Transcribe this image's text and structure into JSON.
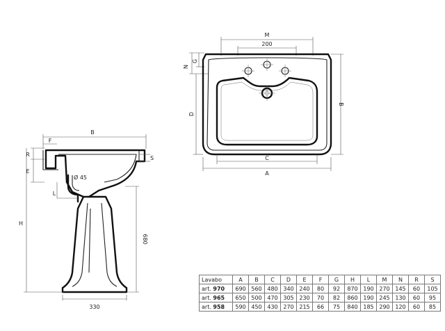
{
  "diagram": {
    "labels": {
      "B_side": "B",
      "F": "F",
      "R": "R",
      "E": "E",
      "S": "S",
      "L": "L",
      "H": "H",
      "diam45": "Ø 45",
      "h680": "680",
      "w330": "330",
      "M": "M",
      "d200": "200",
      "N": "N",
      "G": "G",
      "D": "D",
      "B_top": "B",
      "C": "C",
      "A": "A"
    }
  },
  "table": {
    "headers": [
      "Lavabo",
      "A",
      "B",
      "C",
      "D",
      "E",
      "F",
      "G",
      "H",
      "L",
      "M",
      "N",
      "R",
      "S"
    ],
    "rows": [
      {
        "prefix": "art.",
        "model": "970",
        "values": [
          "690",
          "560",
          "480",
          "340",
          "240",
          "80",
          "92",
          "870",
          "190",
          "270",
          "145",
          "60",
          "105"
        ]
      },
      {
        "prefix": "art.",
        "model": "965",
        "values": [
          "650",
          "500",
          "470",
          "305",
          "230",
          "70",
          "82",
          "860",
          "190",
          "245",
          "130",
          "60",
          "95"
        ]
      },
      {
        "prefix": "art.",
        "model": "958",
        "values": [
          "590",
          "450",
          "430",
          "270",
          "215",
          "66",
          "75",
          "840",
          "185",
          "290",
          "120",
          "60",
          "85"
        ]
      }
    ]
  }
}
